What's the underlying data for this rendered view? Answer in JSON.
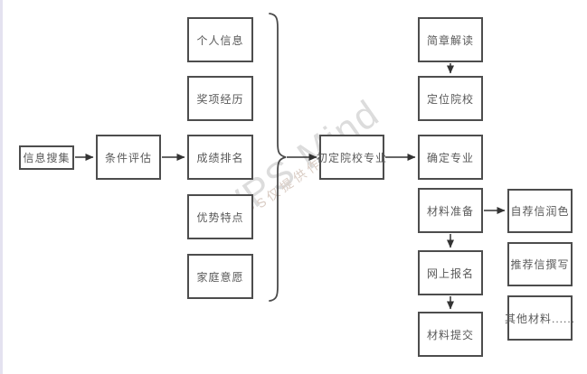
{
  "watermark": {
    "main": "WPS Mind",
    "sub": "WPS仅提供作图"
  },
  "colors": {
    "box_border": "#4d4d4d",
    "box_text": "#595959",
    "arrow": "#333333",
    "brace": "#4a4a4a",
    "watermark_main": "#dcdcdc",
    "watermark_sub": "#d9ccc4",
    "page_edge": "#e4e2f0",
    "background": "#ffffff"
  },
  "flowchart": {
    "nodes": [
      {
        "label": "信息搜集"
      },
      {
        "label": "条件评估"
      },
      {
        "label": "个人信息"
      },
      {
        "label": "奖项经历"
      },
      {
        "label": "成绩排名"
      },
      {
        "label": "优势特点"
      },
      {
        "label": "家庭意愿"
      },
      {
        "label": "初定院校专业"
      },
      {
        "label": "简章解读"
      },
      {
        "label": "定位院校"
      },
      {
        "label": "确定专业"
      },
      {
        "label": "材料准备"
      },
      {
        "label": "网上报名"
      },
      {
        "label": "材料提交"
      },
      {
        "label": "自荐信润色"
      },
      {
        "label": "推荐信撰写"
      },
      {
        "label": "其他材料......"
      }
    ],
    "edges": [
      {
        "from": "信息搜集",
        "to": "条件评估"
      },
      {
        "from": "条件评估",
        "to": "成绩排名"
      },
      {
        "from": "个人信息/奖项经历/成绩排名/优势特点/家庭意愿 (brace group)",
        "to": "初定院校专业"
      },
      {
        "from": "初定院校专业",
        "to": "确定专业"
      },
      {
        "from": "简章解读",
        "to": "定位院校"
      },
      {
        "from": "材料准备",
        "to": "网上报名"
      },
      {
        "from": "网上报名",
        "to": "材料提交"
      },
      {
        "from": "材料准备",
        "to": "自荐信润色"
      }
    ]
  }
}
